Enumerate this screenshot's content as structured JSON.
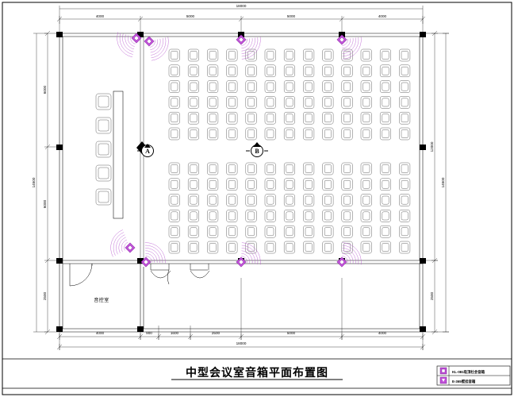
{
  "drawing": {
    "title": "中型会议室音箱平面布置图",
    "title_en_hint": "Medium Conference Room Speaker Plan Layout",
    "room_label": "音控室"
  },
  "dimensions": {
    "top": {
      "overall": "18000",
      "segments": [
        "4000",
        "5000",
        "5000",
        "4000"
      ]
    },
    "bottom": {
      "overall": "18000",
      "segments": [
        "4000",
        "900",
        "1600",
        "2500",
        "5000",
        "4000"
      ]
    },
    "left": {
      "overall": "14500",
      "segments": [
        "6000",
        "6000",
        "2500"
      ]
    },
    "right": {
      "overall": "14500",
      "segments": [
        "12000",
        "2500"
      ]
    }
  },
  "grid_bubbles": [
    {
      "label": "A"
    },
    {
      "label": "B"
    }
  ],
  "legend": {
    "items": [
      {
        "symbol": "speaker-diamond",
        "text": "KL-081吸顶杜会音箱",
        "color": "#c050d8"
      },
      {
        "symbol": "speaker-small",
        "text": "E-365壁挂音箱",
        "color": "#c050d8"
      }
    ]
  },
  "seating": {
    "upper_block": {
      "columns": 13,
      "rows": 6
    },
    "lower_block": {
      "columns": 13,
      "rows": 6
    },
    "head_table_chairs": 5
  },
  "speakers": {
    "count": 8,
    "color": "#c050d8",
    "positions_note": "4 along top wall region, 4 along bottom wall region"
  },
  "colors": {
    "line": "#000000",
    "seat": "#555555",
    "speaker": "#c050d8",
    "wave": "#b34ccc",
    "background": "#ffffff"
  }
}
